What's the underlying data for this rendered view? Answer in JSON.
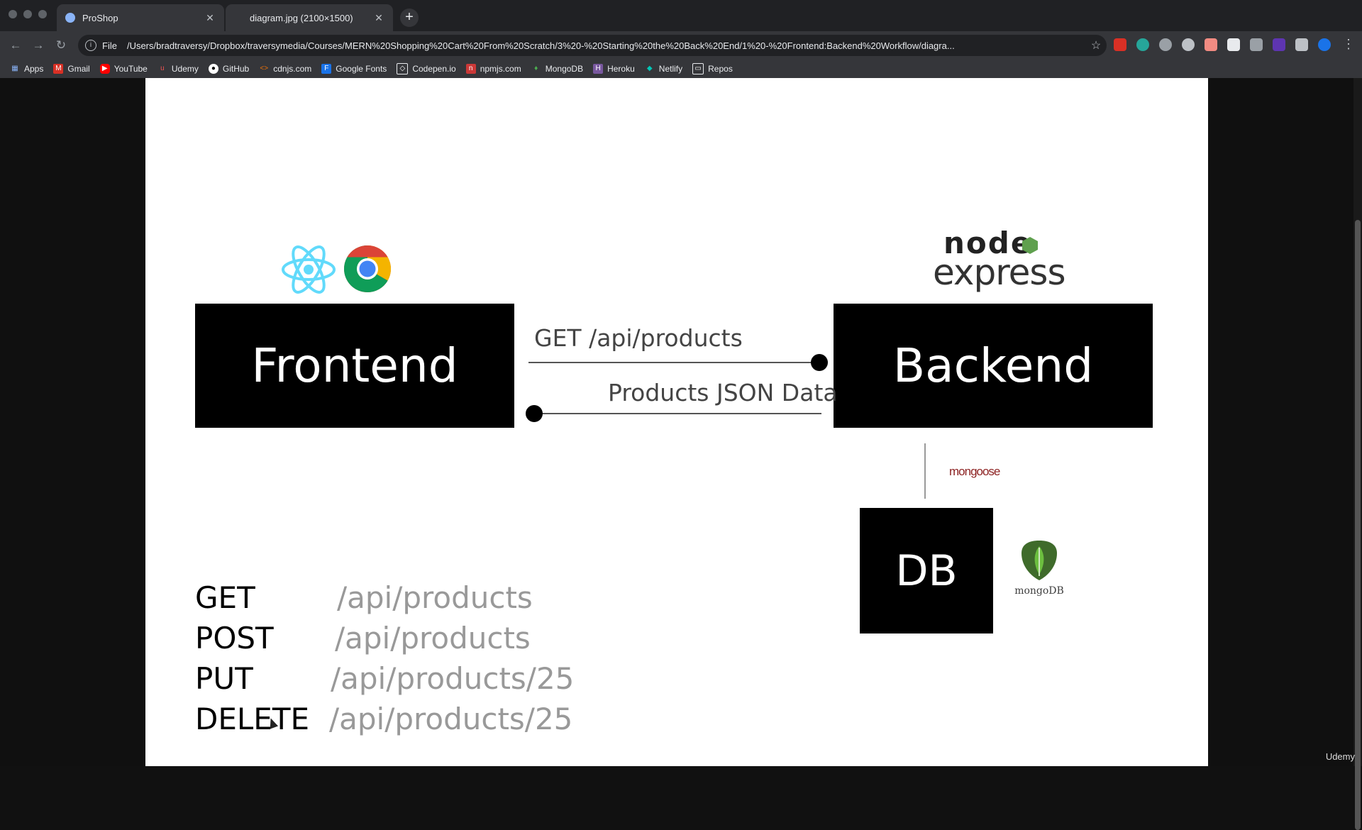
{
  "browser": {
    "tabs": [
      {
        "title": "ProShop"
      },
      {
        "title": "diagram.jpg (2100×1500)"
      }
    ],
    "address": {
      "scheme_label": "File",
      "url": "/Users/bradtraversy/Dropbox/traversymedia/Courses/MERN%20Shopping%20Cart%20From%20Scratch/3%20-%20Starting%20the%20Back%20End/1%20-%20Frontend:Backend%20Workflow/diagra..."
    },
    "bookmarks": [
      "Apps",
      "Gmail",
      "YouTube",
      "Udemy",
      "GitHub",
      "cdnjs.com",
      "Google Fonts",
      "Codepen.io",
      "npmjs.com",
      "MongoDB",
      "Heroku",
      "Netlify",
      "Repos"
    ]
  },
  "diagram": {
    "frontend_label": "Frontend",
    "backend_label": "Backend",
    "db_label": "DB",
    "request_label": "GET /api/products",
    "response_label": "Products JSON Data",
    "mongoose_label": "mongoose",
    "node_label": "node",
    "express_label": "express",
    "mongodb_label": "mongoDB",
    "routes": [
      {
        "method": "GET",
        "path": "/api/products"
      },
      {
        "method": "POST",
        "path": "/api/products"
      },
      {
        "method": "PUT",
        "path": "/api/products/25"
      },
      {
        "method": "DELETE",
        "path": "/api/products/25"
      }
    ]
  },
  "watermark": "Udemy",
  "colors": {
    "react": "#61dafb",
    "node_green": "#5fa04e",
    "mongoose_red": "#8b1f1f",
    "mongodb_green": "#4caf50"
  }
}
